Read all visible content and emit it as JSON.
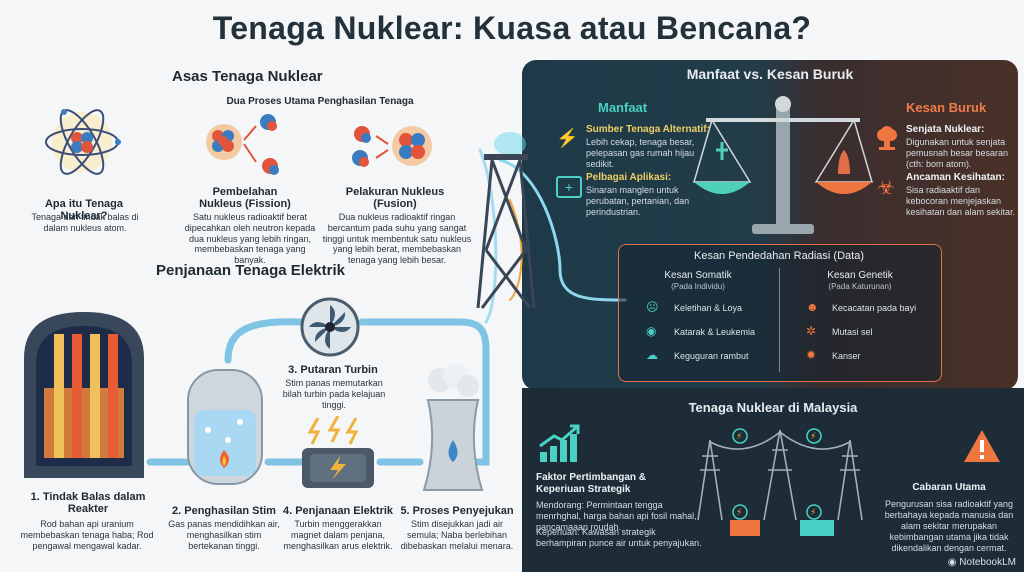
{
  "title": "Tenaga Nuklear: Kuasa atau Bencana?",
  "principles": {
    "heading": "Asas Tenaga Nuklear",
    "subheading": "Dua Proses Utama Penghasilan Tenaga",
    "what_title": "Apa itu Tenaga Nuklear?",
    "what_desc": "Tenaga dari tindak balas di dalam nukleus atom.",
    "fission_title": "Pembelahan Nukleus (Fission)",
    "fission_desc": "Satu nukleus radioaktif berat dipecahkan oleh neutron kepada dua nukleus yang lebih ringan, membebaskan tenaga yang banyak.",
    "fusion_title": "Pelakuran Nukleus (Fusion)",
    "fusion_desc": "Dua nukleus radioaktif ringan bercantum pada suhu yang sangat tinggi untuk membentuk satu nukleus yang lebih berat, membebaskan tenaga yang lebih besar."
  },
  "generation": {
    "heading": "Penjanaan Tenaga Elektrik",
    "steps": [
      {
        "title": "1. Tindak Balas dalam Reakter",
        "desc": "Rod bahan api uranium membebaskan tenaga haba; Rod pengawal mengawal kadar."
      },
      {
        "title": "2. Penghasilan Stim",
        "desc": "Gas panas mendidihkan air, menghasilkan stim bertekanan tinggi."
      },
      {
        "title": "3. Putaran Turbin",
        "desc": "Stim panas memutarkan bilah turbin pada kelajuan tinggi."
      },
      {
        "title": "4. Penjanaan Elektrik",
        "desc": "Turbin menggerakkan magnet dalam penjana, menghasilkan arus elektrik."
      },
      {
        "title": "5. Proses Penyejukan",
        "desc": "Stim disejukkan jadi air semula; Naba berlebihan dibebaskan melalui menara."
      }
    ]
  },
  "impacts": {
    "heading": "Manfaat vs. Kesan Buruk",
    "benefit_label": "Manfaat",
    "harm_label": "Kesan Buruk",
    "benefits": [
      {
        "title": "Sumber Tenaga Alternatif:",
        "desc": "Lebih cekap, tenaga besar, pelepasan gas rumah hijau sedikit."
      },
      {
        "title": "Pelbagai Aplikasi:",
        "desc": "Sinaran manglen untuk perubatan, pertanian, dan perindustrian."
      }
    ],
    "harms": [
      {
        "title": "Senjata Nuklear:",
        "desc": "Digunakan untuk senjata pemusnah besar besaran (cth: bom atom)."
      },
      {
        "title": "Ancaman Kesihatan:",
        "desc": "Sisa radiaaktif dan kebocoran menjejaskan kesihatan dan alam sekitar."
      }
    ]
  },
  "radiation": {
    "heading": "Kesan Pendedahan Radiasi (Data)",
    "somatic_title": "Kesan Somatik",
    "somatic_sub": "(Pada Individu)",
    "genetic_title": "Kesan Genetik",
    "genetic_sub": "(Pada Katurunan)",
    "somatic": [
      "Keletihan & Loya",
      "Katarak & Leukemia",
      "Keguguran rambut"
    ],
    "genetic": [
      "Kecacatan pada bayi",
      "Mutasi sel",
      "Kanser"
    ]
  },
  "malaysia": {
    "heading": "Tenaga Nuklear di Malaysia",
    "factors_title": "Faktor Pertimbangan & Keperiuan Strategik",
    "factors_desc1": "Mendorang: Permintaan tengga menrhghal, harga bahan api fosil mahal, pancamaaan roudah.",
    "factors_desc2": "Keperluan: Kawasan strategik berhampiran punce air untuk penyajukan.",
    "challenge_title": "Cabaran Utama",
    "challenge_desc": "Pengurusan sisa radioaktif yang berbahaya kepada manusia dan alam sekitar merupakan kebimbangan utama jika tidak dikendalikan dengan cermat."
  },
  "credit": "NotebookLM"
}
